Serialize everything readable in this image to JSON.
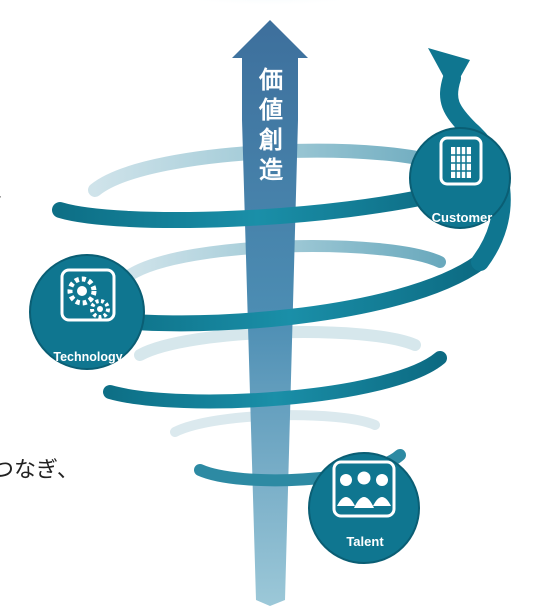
{
  "arrow": {
    "characters": [
      "価",
      "値",
      "創",
      "造"
    ]
  },
  "badges": {
    "customer": {
      "label": "Customer",
      "icon": "building-icon"
    },
    "technology": {
      "label": "Technology",
      "icon": "gears-icon"
    },
    "talent": {
      "label": "Talent",
      "icon": "people-icon"
    }
  },
  "edge_text": {
    "upper": "す",
    "lower": "つなぎ、"
  },
  "colors": {
    "teal_dark": "#0c6e84",
    "teal": "#1a8aa3",
    "teal_light": "#8fc1cf",
    "arrow_blue": "#3f7aa3",
    "badge": "#0f7690"
  }
}
